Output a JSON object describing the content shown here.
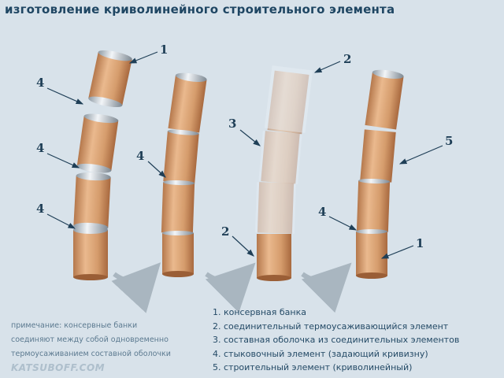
{
  "title": "изготовление криволинейного строительного элемента",
  "note": [
    "примечание: консервные банки",
    "соединяют между собой одновременно",
    "термоусаживанием составной оболочки"
  ],
  "legend": [
    "1. консервная банка",
    "2. соединительный термоусаживающийся элемент",
    "3. составная оболочка из соединительных элементов",
    "4. стыковочный элемент (задающий кривизну)",
    "5. строительный элемент (криволинейный)"
  ],
  "callouts": {
    "stage1": [
      "1",
      "4",
      "4",
      "4"
    ],
    "stage2": [
      "4"
    ],
    "stage3": [
      "2",
      "3",
      "2"
    ],
    "stage4": [
      "4",
      "5",
      "1"
    ]
  },
  "brand": "KATSUBOFF.COM",
  "colors": {
    "background": "#d8e2ea",
    "text": "#1f4663",
    "wood": "#d49a6a"
  }
}
